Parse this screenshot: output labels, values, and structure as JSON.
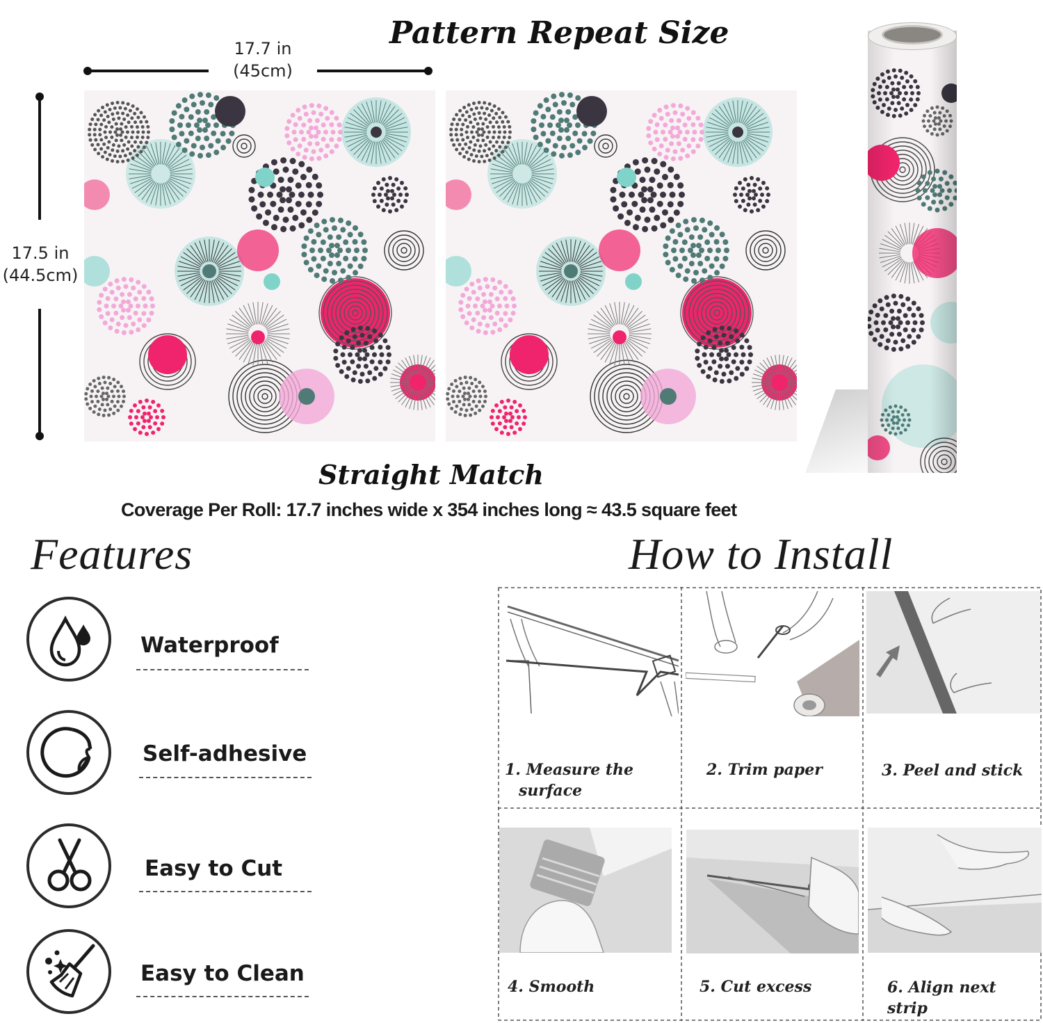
{
  "header": {
    "title": "Pattern Repeat Size",
    "width_in": "17.7 in",
    "width_cm": "(45cm)",
    "height_in": "17.5 in",
    "height_cm": "(44.5cm)"
  },
  "match": {
    "label": "Straight Match",
    "coverage": "Coverage Per Roll: 17.7 inches wide x 354 inches long ≈ 43.5 square feet"
  },
  "features": {
    "heading": "Features",
    "items": [
      {
        "label": "Waterproof",
        "icon": "water-drop-icon"
      },
      {
        "label": "Self-adhesive",
        "icon": "peel-sticker-icon"
      },
      {
        "label": "Easy to Cut",
        "icon": "scissors-icon"
      },
      {
        "label": "Easy to Clean",
        "icon": "broom-sparkle-icon"
      }
    ]
  },
  "install": {
    "heading": "How to Install",
    "steps": [
      {
        "line1": "1. Measure the",
        "line2": "surface"
      },
      {
        "line1": "2. Trim paper",
        "line2": ""
      },
      {
        "line1": "3. Peel and stick",
        "line2": ""
      },
      {
        "line1": "4. Smooth",
        "line2": ""
      },
      {
        "line1": "5. Cut excess",
        "line2": ""
      },
      {
        "line1": "6. Align next strip",
        "line2": ""
      }
    ]
  },
  "colors": {
    "pink": "#f0246c",
    "light_pink": "#f2a9d8",
    "teal": "#7fd3c9",
    "dark_teal": "#4f7a76",
    "charcoal": "#3a3540",
    "background": "#f7f3f5"
  }
}
